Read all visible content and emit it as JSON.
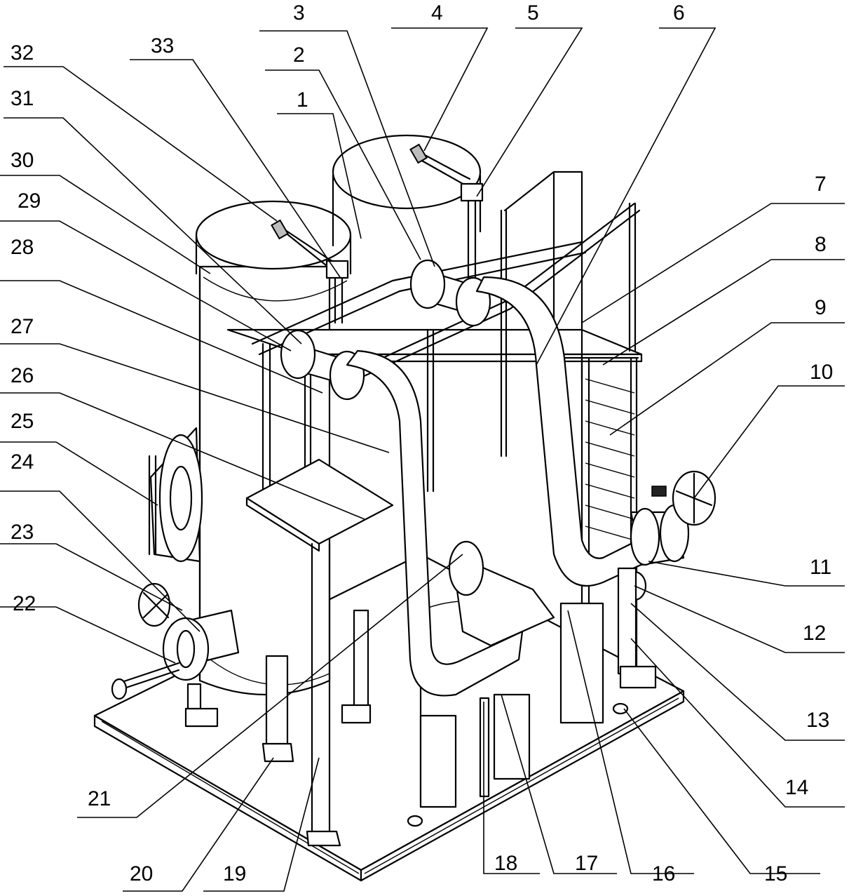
{
  "callouts": [
    {
      "id": "c1",
      "label": "1"
    },
    {
      "id": "c2",
      "label": "2"
    },
    {
      "id": "c3",
      "label": "3"
    },
    {
      "id": "c4",
      "label": "4"
    },
    {
      "id": "c5",
      "label": "5"
    },
    {
      "id": "c6",
      "label": "6"
    },
    {
      "id": "c7",
      "label": "7"
    },
    {
      "id": "c8",
      "label": "8"
    },
    {
      "id": "c9",
      "label": "9"
    },
    {
      "id": "c10",
      "label": "10"
    },
    {
      "id": "c11",
      "label": "11"
    },
    {
      "id": "c12",
      "label": "12"
    },
    {
      "id": "c13",
      "label": "13"
    },
    {
      "id": "c14",
      "label": "14"
    },
    {
      "id": "c15",
      "label": "15"
    },
    {
      "id": "c16",
      "label": "16"
    },
    {
      "id": "c17",
      "label": "17"
    },
    {
      "id": "c18",
      "label": "18"
    },
    {
      "id": "c19",
      "label": "19"
    },
    {
      "id": "c20",
      "label": "20"
    },
    {
      "id": "c21",
      "label": "21"
    },
    {
      "id": "c22",
      "label": "22"
    },
    {
      "id": "c23",
      "label": "23"
    },
    {
      "id": "c24",
      "label": "24"
    },
    {
      "id": "c25",
      "label": "25"
    },
    {
      "id": "c26",
      "label": "26"
    },
    {
      "id": "c27",
      "label": "27"
    },
    {
      "id": "c28",
      "label": "28"
    },
    {
      "id": "c29",
      "label": "29"
    },
    {
      "id": "c30",
      "label": "30"
    },
    {
      "id": "c31",
      "label": "31"
    },
    {
      "id": "c32",
      "label": "32"
    },
    {
      "id": "c33",
      "label": "33"
    }
  ]
}
